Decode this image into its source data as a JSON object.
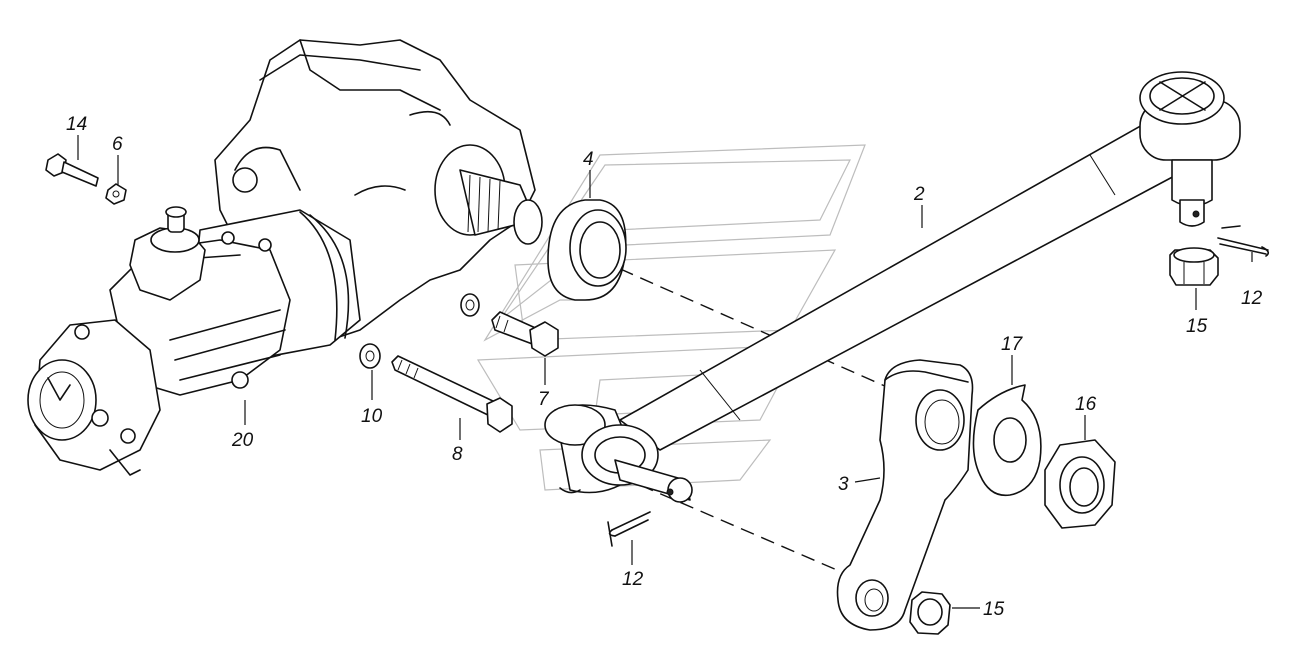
{
  "callouts": [
    {
      "id": "c14",
      "label": "14"
    },
    {
      "id": "c6",
      "label": "6"
    },
    {
      "id": "c4",
      "label": "4"
    },
    {
      "id": "c2",
      "label": "2"
    },
    {
      "id": "c12a",
      "label": "12"
    },
    {
      "id": "c15a",
      "label": "15"
    },
    {
      "id": "c17",
      "label": "17"
    },
    {
      "id": "c16",
      "label": "16"
    },
    {
      "id": "c7",
      "label": "7"
    },
    {
      "id": "c10",
      "label": "10"
    },
    {
      "id": "c8",
      "label": "8"
    },
    {
      "id": "c20",
      "label": "20"
    },
    {
      "id": "c3",
      "label": "3"
    },
    {
      "id": "c12b",
      "label": "12"
    },
    {
      "id": "c15b",
      "label": "15"
    }
  ]
}
